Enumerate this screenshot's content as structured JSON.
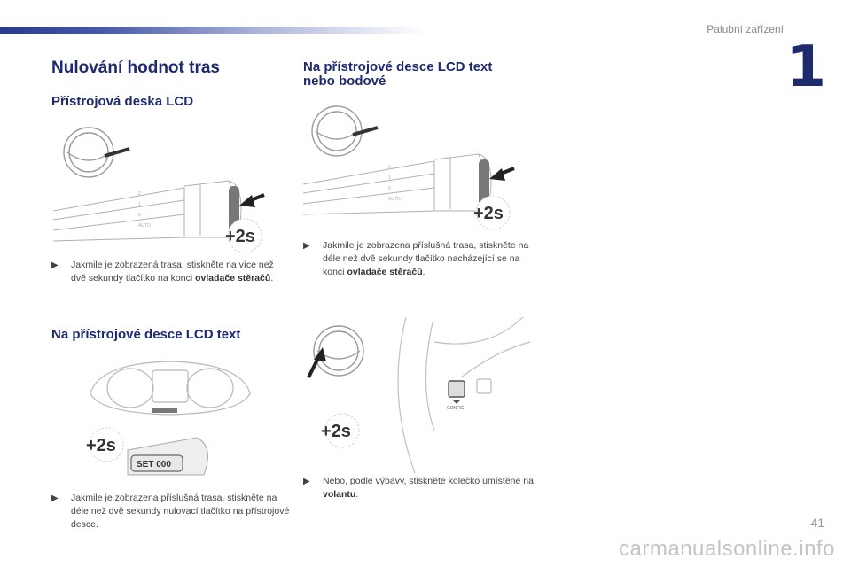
{
  "header": {
    "section_label": "Palubní zařízení",
    "chapter": "1"
  },
  "left": {
    "title": "Nulování hodnot tras",
    "sub1": {
      "heading": "Přístrojová deska LCD",
      "text_pre": "Jakmile je zobrazená trasa, stiskněte na více než dvě sekundy tlačítko na konci ",
      "text_bold": "ovladače stěračů",
      "text_post": "."
    },
    "sub2": {
      "heading": "Na přístrojové desce LCD text",
      "text": "Jakmile je zobrazena příslušná trasa, stiskněte na déle než dvě sekundy nulovací tlačítko na přístrojové desce."
    }
  },
  "right": {
    "sub1": {
      "heading_line1": "Na přístrojové desce LCD text",
      "heading_line2": "nebo bodové",
      "text_pre": "Jakmile je zobrazena příslušná trasa, stiskněte na déle než dvě sekundy tlačítko nacházející se na konci ",
      "text_bold": "ovladače stěračů",
      "text_post": "."
    },
    "sub2": {
      "text_pre": "Nebo, podle výbavy, stiskněte kolečko umístěné na ",
      "text_bold": "volantu",
      "text_post": "."
    }
  },
  "illustrations": {
    "press_label": "+2s",
    "stalk_marks": [
      "AUTO",
      "0",
      "1",
      "2"
    ],
    "set_button_label": "SET 000",
    "config_label": "CONFIG"
  },
  "footer": {
    "page_number": "41",
    "watermark": "carmanualsonline.info"
  },
  "colors": {
    "heading": "#1e2a6e",
    "header_bar_start": "#2a3a8a",
    "text": "#444444"
  },
  "icons": {
    "bullet": "triangle-bullet-icon",
    "press_timer": "stopwatch-icon",
    "arrow": "pointer-arrow-icon"
  }
}
